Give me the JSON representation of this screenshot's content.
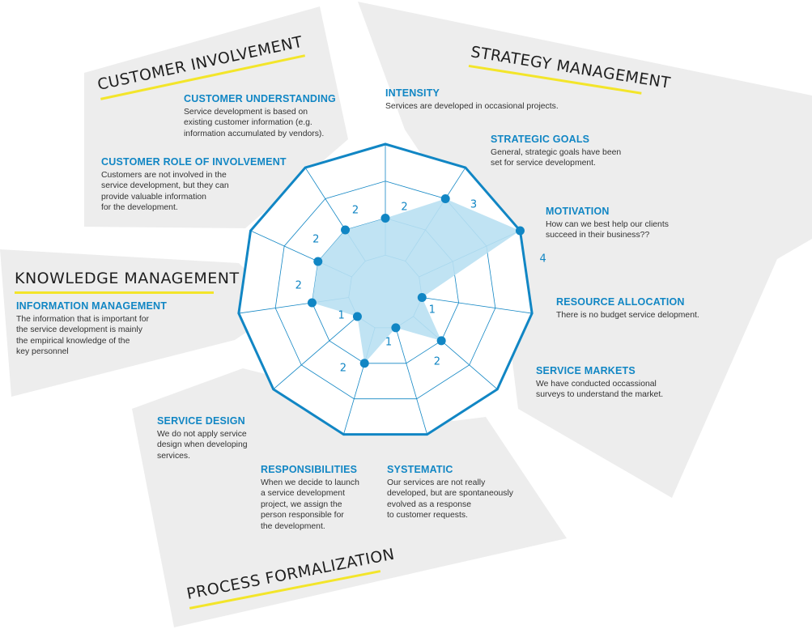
{
  "categories": {
    "customer_involvement": "CUSTOMER INVOLVEMENT",
    "strategy_management": "STRATEGY MANAGEMENT",
    "knowledge_management": "KNOWLEDGE MANAGEMENT",
    "process_formalization": "PROCESS FORMALIZATION"
  },
  "items": {
    "intensity": {
      "title": "INTENSITY",
      "desc": "Services are developed in occasional projects."
    },
    "strategic_goals": {
      "title": "STRATEGIC GOALS",
      "desc": "General, strategic goals have been\nset for service development."
    },
    "motivation": {
      "title": "MOTIVATION",
      "desc": "How can we best help our clients\nsucceed in their business??"
    },
    "resource_allocation": {
      "title": "RESOURCE ALLOCATION",
      "desc": "There is no budget service delopment."
    },
    "service_markets": {
      "title": "SERVICE MARKETS",
      "desc": "We have conducted occassional\nsurveys to understand the market."
    },
    "systematic": {
      "title": "SYSTEMATIC",
      "desc": "Our services are not really\ndeveloped, but are spontaneously\nevolved as a response\nto customer requests."
    },
    "responsibilities": {
      "title": "RESPONSIBILITIES",
      "desc": "When we decide to launch\na service development\nproject, we assign the\nperson responsible for\nthe development."
    },
    "service_design": {
      "title": "SERVICE DESIGN",
      "desc": "We do not apply service\ndesign when developing\nservices."
    },
    "information_management": {
      "title": "INFORMATION MANAGEMENT",
      "desc": "The information that is important for\nthe service development is mainly\nthe empirical knowledge of the\nkey personnel"
    },
    "customer_understanding": {
      "title": "CUSTOMER UNDERSTANDING",
      "desc": "Service development is based on\nexisting customer information (e.g.\ninformation accumulated by vendors)."
    },
    "customer_role": {
      "title": "CUSTOMER ROLE OF INVOLVEMENT",
      "desc": "Customers are not involved in the\nservice development, but they can\nprovide valuable information\nfor the development."
    }
  },
  "colors": {
    "accent": "#1186c4",
    "fill": "#b9e0f2",
    "highlight": "#f3e52a",
    "panel": "#ececec"
  },
  "chart_data": {
    "type": "radar",
    "max": 4,
    "axes": [
      "INTENSITY",
      "STRATEGIC GOALS",
      "MOTIVATION",
      "RESOURCE ALLOCATION",
      "SERVICE MARKETS",
      "SYSTEMATIC",
      "RESPONSIBILITIES",
      "SERVICE DESIGN",
      "INFORMATION MANAGEMENT",
      "KNOWLEDGE MANAGEMENT",
      "CUSTOMER UNDERSTANDING"
    ],
    "values": [
      2,
      3,
      4,
      1,
      2,
      1,
      2,
      1,
      2,
      2,
      2
    ],
    "value_labels": [
      "2",
      "3",
      "4",
      "1",
      "2",
      "1",
      "2",
      "1",
      "2",
      "2",
      "2"
    ]
  }
}
